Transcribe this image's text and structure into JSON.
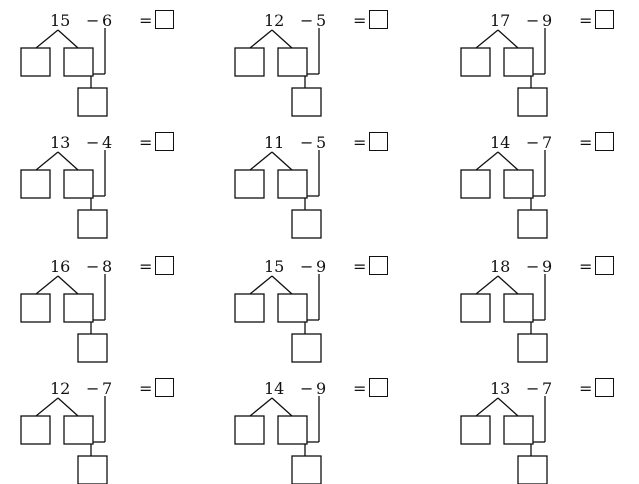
{
  "worksheet": {
    "operator": "−",
    "equals": "=",
    "problems": [
      {
        "a": "15",
        "b": "6"
      },
      {
        "a": "12",
        "b": "5"
      },
      {
        "a": "17",
        "b": "9"
      },
      {
        "a": "13",
        "b": "4"
      },
      {
        "a": "11",
        "b": "5"
      },
      {
        "a": "14",
        "b": "7"
      },
      {
        "a": "16",
        "b": "8"
      },
      {
        "a": "15",
        "b": "9"
      },
      {
        "a": "18",
        "b": "9"
      },
      {
        "a": "12",
        "b": "7"
      },
      {
        "a": "14",
        "b": "9"
      },
      {
        "a": "13",
        "b": "7"
      }
    ]
  }
}
